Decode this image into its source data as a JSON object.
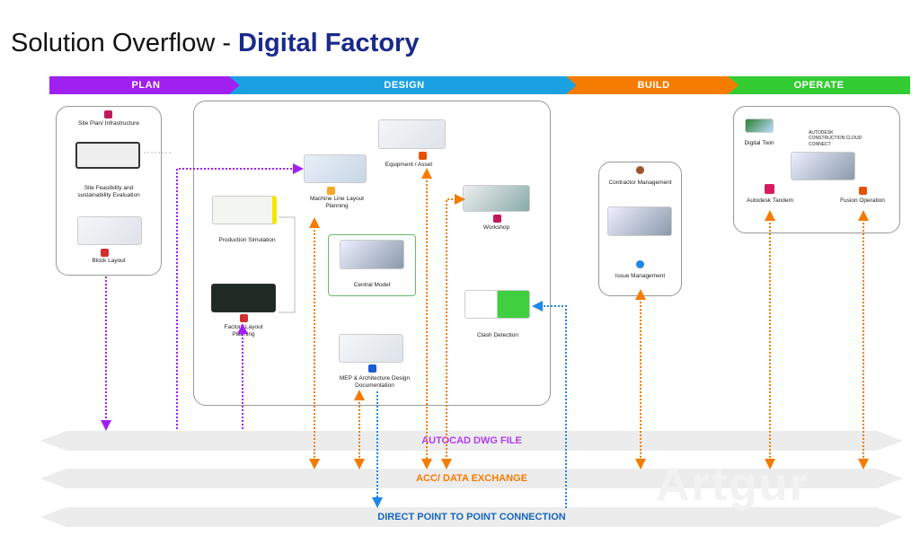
{
  "title": {
    "prefix": "Solution Overflow - ",
    "highlight": "Digital Factory"
  },
  "phases": [
    {
      "label": "PLAN",
      "color": "#a020f0"
    },
    {
      "label": "DESIGN",
      "color": "#1ba1e2"
    },
    {
      "label": "BUILD",
      "color": "#f57c00"
    },
    {
      "label": "OPERATE",
      "color": "#33cc33"
    }
  ],
  "plan": {
    "items": [
      "Site Plan/ Infrastructure",
      "Site Feasibility and sustainability Evaluation",
      "Block Layout"
    ]
  },
  "design": {
    "items": [
      "Equipment / Asset",
      "Machine Line Layout Planning",
      "Production Simulation",
      "Workshop",
      "Central Model",
      "Factory Layout Planning",
      "Clash Detection",
      "MEP & Architecture Design Documentation"
    ]
  },
  "build": {
    "items": [
      "Contractor Management",
      "Issue Management"
    ]
  },
  "operate": {
    "items": [
      "Digital Twin",
      "AUTODESK CONSTRUCTION CLOUD CONNECT",
      "Autodesk Tandem",
      "Fusion Operation"
    ]
  },
  "bands": [
    {
      "label": "AUTOCAD DWG FILE",
      "color": "#b23cf0"
    },
    {
      "label": "ACC/ DATA EXCHANGE",
      "color": "#f57c00"
    },
    {
      "label": "DIRECT POINT TO POINT CONNECTION",
      "color": "#1565c0"
    }
  ],
  "watermark": "Artgur"
}
